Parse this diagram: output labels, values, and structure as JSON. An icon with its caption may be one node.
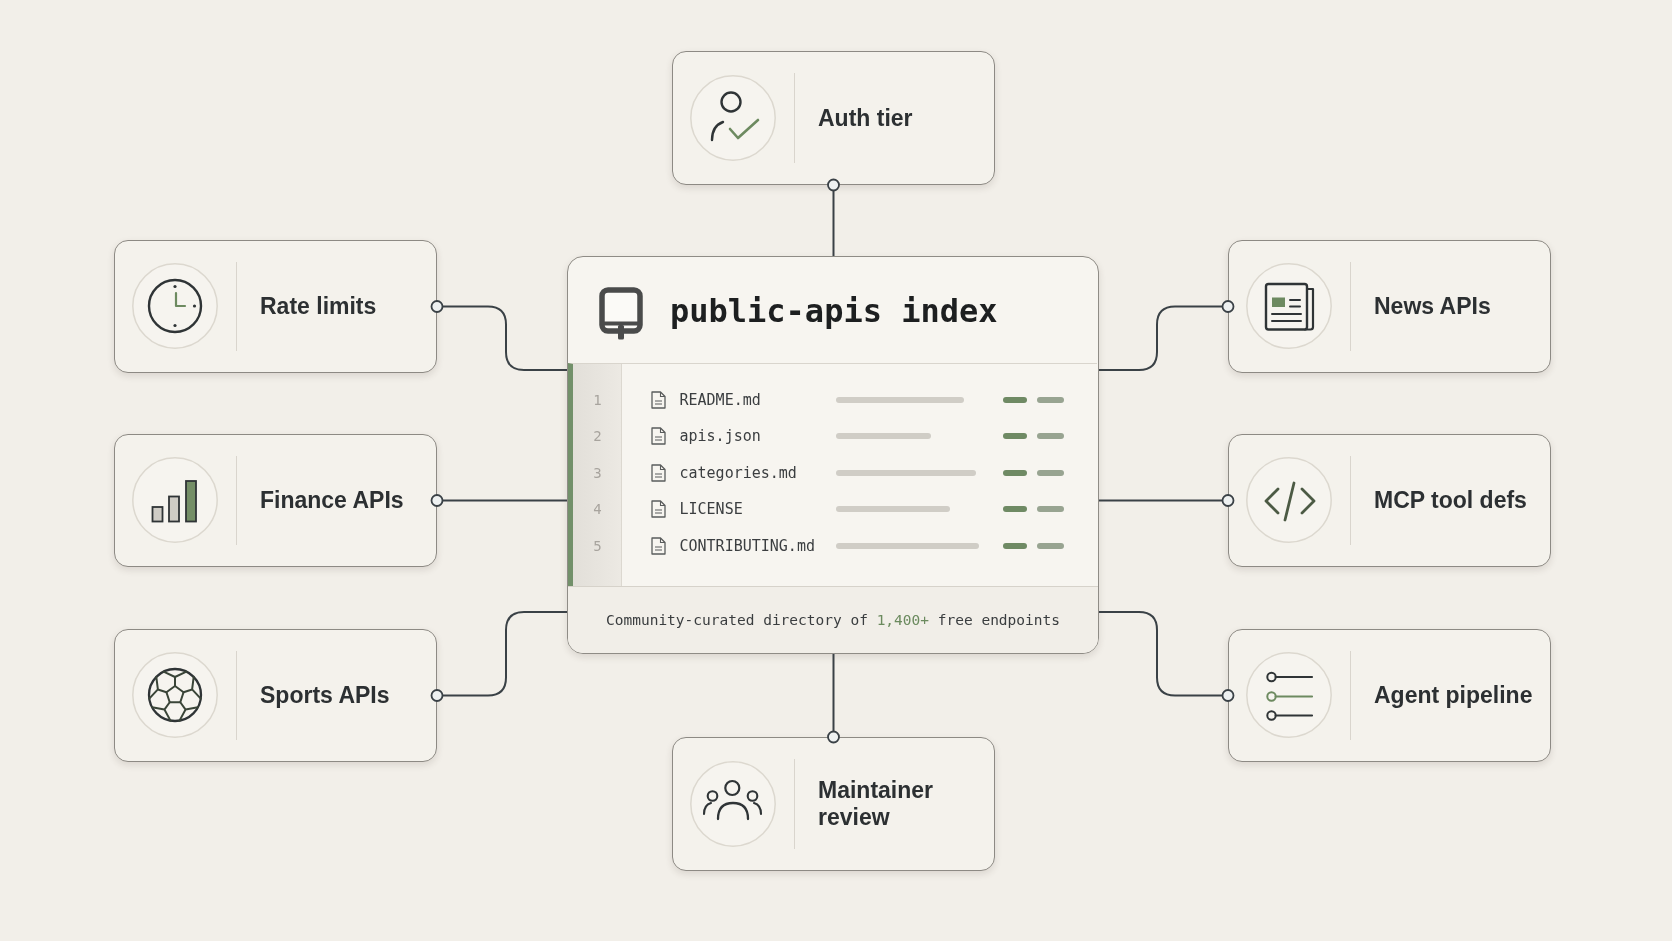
{
  "diagram": {
    "nodes": [
      {
        "text": [
          "Auth tier"
        ]
      },
      {
        "text": [
          "Rate limits"
        ]
      },
      {
        "text": [
          "public-apis index",
          "Community-curated directory of 1,400+ free endpoints"
        ]
      },
      {
        "text": [
          "1",
          "README.md",
          "2",
          "apis.json",
          "3",
          "categories.md",
          "4",
          "LICENSE",
          "5",
          "CONTRIBUTING.md"
        ],
        "in": 2
      },
      {
        "text": [
          "News APIs"
        ]
      },
      {
        "text": [
          "Finance APIs"
        ]
      },
      {
        "text": [
          "MCP tool defs"
        ]
      },
      {
        "text": [
          "Sports APIs"
        ]
      },
      {
        "text": [
          "Agent pipeline"
        ]
      },
      {
        "text": [
          "Maintainer review"
        ]
      }
    ],
    "edges": [
      {
        "from": 2,
        "to": 0,
        "arrow": "other"
      },
      {
        "from": 2,
        "to": 1,
        "arrow": "other"
      },
      {
        "from": 2,
        "to": 4,
        "arrow": "other"
      },
      {
        "from": 2,
        "to": 5,
        "arrow": "other"
      },
      {
        "from": 2,
        "to": 6,
        "arrow": "other"
      },
      {
        "from": 2,
        "to": 7,
        "arrow": "other"
      },
      {
        "from": 2,
        "to": 8,
        "arrow": "other"
      },
      {
        "from": 2,
        "to": 9,
        "arrow": "other"
      }
    ]
  }
}
